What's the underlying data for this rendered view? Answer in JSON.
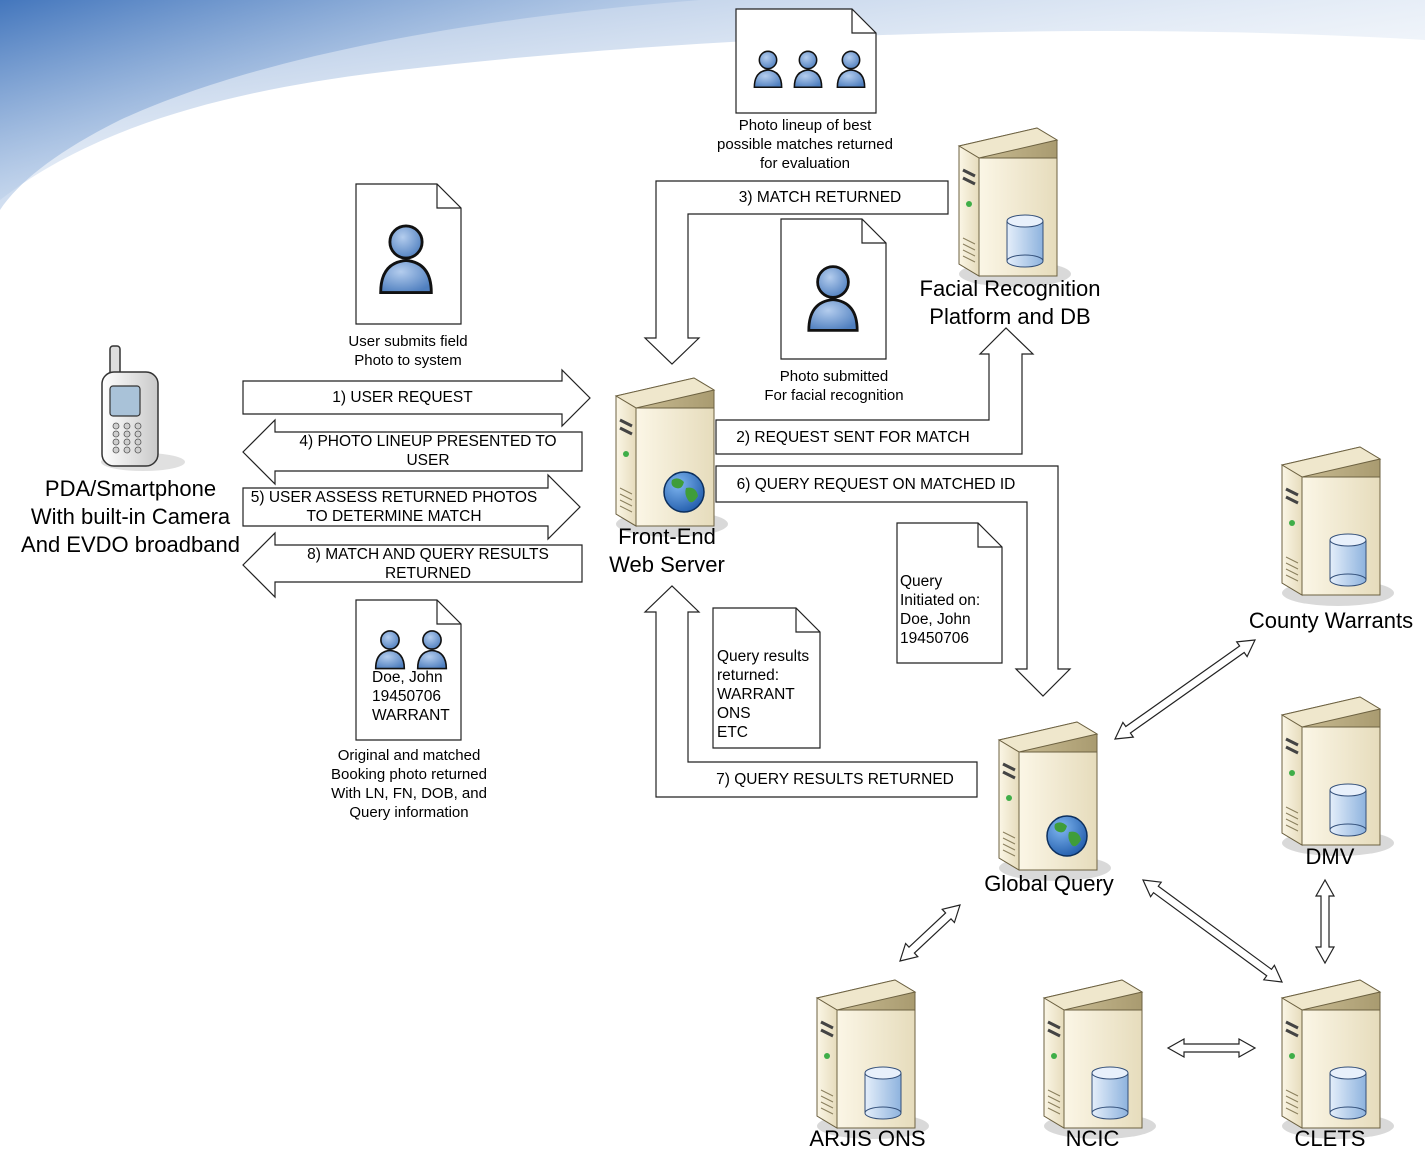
{
  "nodes": {
    "pda": "PDA/Smartphone\nWith built-in Camera\nAnd EVDO broadband",
    "frontend": "Front-End\nWeb Server",
    "facial": "Facial Recognition\nPlatform and DB",
    "global": "Global Query",
    "county": "County Warrants",
    "dmv": "DMV",
    "arjis": "ARJIS ONS",
    "ncic": "NCIC",
    "clets": "CLETS"
  },
  "arrows": {
    "a1": "1) USER REQUEST",
    "a2": "2) REQUEST SENT FOR MATCH",
    "a3": "3) MATCH RETURNED",
    "a4": "4) PHOTO LINEUP PRESENTED TO\nUSER",
    "a5": "5) USER ASSESS RETURNED PHOTOS\nTO DETERMINE MATCH",
    "a6": "6) QUERY REQUEST ON MATCHED ID",
    "a7": "7) QUERY RESULTS RETURNED",
    "a8": "8) MATCH AND QUERY RESULTS\nRETURNED"
  },
  "captions": {
    "lineup": "Photo lineup of best\npossible matches returned\nfor evaluation",
    "submit_field": "User submits field\nPhoto to system",
    "submitted_facial": "Photo submitted\nFor facial recognition",
    "original_matched": "Original and matched\nBooking photo returned\nWith LN, FN, DOB, and\nQuery information"
  },
  "documents": {
    "matched_doc": "Doe, John\n19450706\nWARRANT",
    "query_initiated": "Query\nInitiated on:\n   Doe, John\n   19450706",
    "query_results": "Query results\nreturned:\nWARRANT\nONS\nETC"
  },
  "colors": {
    "server_body": "#e2d8b8",
    "server_front": "#f3ecd5",
    "server_shadow": "#a89b72",
    "person_fill": "#6f9bd1",
    "database_fill": "#bdd6ef",
    "globe_ocean": "#2f78c8",
    "globe_land": "#3f9d3a",
    "corner_gradient": "#4a7fc4"
  }
}
